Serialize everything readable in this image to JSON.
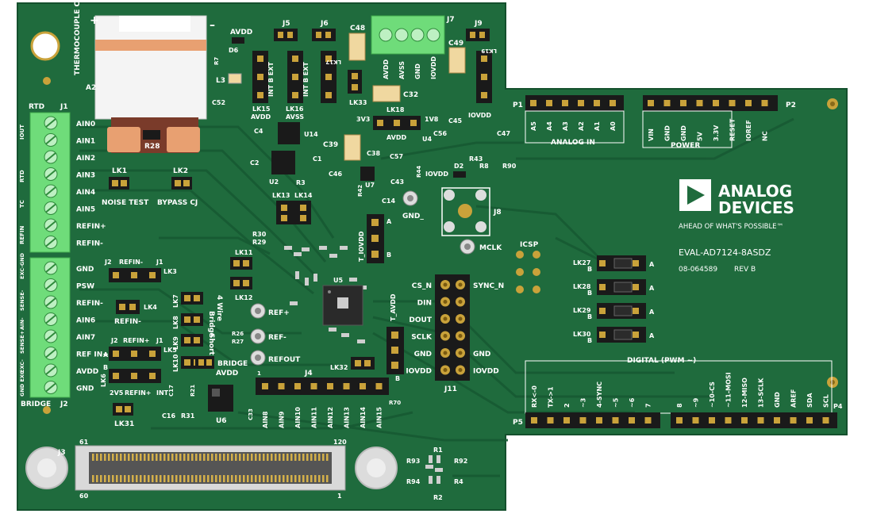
{
  "board": {
    "name": "EVAL-AD7124-8ASDZ",
    "part_number": "08-064589",
    "revision": "REV B",
    "brand_line1": "ANALOG",
    "brand_line2": "DEVICES",
    "tagline": "AHEAD OF WHAT'S POSSIBLE™",
    "logo_icon": "analog-devices-triangle-icon",
    "colors": {
      "pcb": "#1f6b3d",
      "trace": "#175a33",
      "silk": "#ffffff",
      "terminal": "#6fdc7a",
      "header": "#1a1a1a",
      "gold": "#c9a23a"
    }
  },
  "labels": {
    "thermocouple_connector": "THERMOCOUPLE CONNECTOR",
    "plus": "+",
    "minus": "–",
    "a2": "A2",
    "rtd": "RTD",
    "j1": "J1",
    "j2": "J2",
    "bridge": "BRIDGE",
    "j1_side_labels": [
      "IOUT",
      "RTD",
      "TC",
      "REFIN"
    ],
    "j1_pins": [
      "AIN0",
      "AIN1",
      "AIN2",
      "AIN3",
      "AIN4",
      "AIN5",
      "REFIN+",
      "REFIN-"
    ],
    "j2_pins": [
      "GND",
      "PSW",
      "REFIN-",
      "AIN6",
      "AIN7",
      "REF IN+",
      "AVDD",
      "GND"
    ],
    "j2_side_labels": [
      "EXC-GND",
      "SENSE-",
      "AIN-",
      "SENSE+",
      "EXC-",
      "GND EXC"
    ],
    "lk1": "LK1",
    "lk2": "LK2",
    "noise_test": "NOISE TEST",
    "bypass_cj": "BYPASS CJ",
    "lk3": "LK3",
    "lk4": "LK4",
    "lk5": "LK5",
    "lk6": "LK6",
    "lk31": "LK31",
    "refin_minus": "REFIN-",
    "refin_plus": "REFIN+",
    "int": "INT",
    "v25": "2V5",
    "a": "A",
    "b": "B",
    "lk7": "LK7",
    "lk8": "LK8",
    "lk9": "LK9",
    "lk10": "LK10",
    "four_wire": "4 Wire",
    "bridge_lbl": "Bridge",
    "short_lbl": "Short",
    "r26": "R26",
    "r27": "R27",
    "bridge_avdd": "BRIDGE",
    "avdd": "AVDD",
    "r28": "R28",
    "l3": "L3",
    "d6": "D6",
    "r7": "R7",
    "c52": "C52",
    "j5": "J5",
    "j6": "J6",
    "j7": "J7",
    "j9": "J9",
    "c48": "C48",
    "c49": "C49",
    "int_b_ext": "INT B EXT",
    "lk15": "LK15",
    "lk16": "LK16",
    "lk17": "LK17",
    "lk19": "LK19",
    "lk33": "LK33",
    "avss": "AVSS",
    "gnd": "GND",
    "iovdd": "IOVDD",
    "c32": "C32",
    "lk18": "LK18",
    "v33": "3V3",
    "v18": "1V8",
    "c4": "C4",
    "u14": "U14",
    "c2": "C2",
    "u2": "U2",
    "c1": "C1",
    "r3": "R3",
    "c39": "C39",
    "c38": "C38",
    "c46": "C46",
    "u7": "U7",
    "r42": "R42",
    "c43": "C43",
    "c57": "C57",
    "r44": "R44",
    "c45": "C45",
    "c56": "C56",
    "u4": "U4",
    "r43": "R43",
    "c47": "C47",
    "d2": "D2",
    "r8": "R8",
    "r90": "R90",
    "c14": "C14",
    "lk13": "LK13",
    "lk14": "LK14",
    "r30": "R30",
    "r29": "R29",
    "lk11": "LK11",
    "lk12": "LK12",
    "t_iovdd": "T_IOVDD",
    "t_avdd": "T_AVDD",
    "gnd_tp": "GND_",
    "mclk": "MCLK",
    "j8": "J8",
    "u5": "U5",
    "ref_plus": "REF+",
    "ref_minus": "REF-",
    "refout": "REFOUT",
    "lk32": "LK32",
    "j4": "J4",
    "j11": "J11",
    "r70": "R70",
    "c33": "C33",
    "u6": "U6",
    "c16": "C16",
    "r31": "R31",
    "c17": "C17",
    "r21": "R21",
    "ain_header": [
      "AIN8",
      "AIN9",
      "AIN10",
      "AIN11",
      "AIN12",
      "AIN13",
      "AIN14",
      "AIN15"
    ],
    "j11_left": [
      "CS_N",
      "DIN",
      "DOUT",
      "SCLK",
      "GND",
      "IOVDD"
    ],
    "j11_right": [
      "SYNC_N",
      "",
      "",
      "",
      "GND",
      "IOVDD"
    ],
    "j3": "J3",
    "pin61": "61",
    "pin120": "120",
    "pin60": "60",
    "pin1": "1",
    "r1": "R1",
    "r2": "R2",
    "r4": "R4",
    "r92": "R92",
    "r93": "R93",
    "r94": "R94",
    "icsp": "ICSP",
    "p1": "P1",
    "p2": "P2",
    "p4": "P4",
    "p5": "P5",
    "analog_in": "ANALOG IN",
    "power": "POWER",
    "digital_pwm": "DIGITAL (PWM ~)",
    "analog_pins": [
      "A5",
      "A4",
      "A3",
      "A2",
      "A1",
      "A0"
    ],
    "power_pins": [
      "VIN",
      "GND",
      "GND",
      "5V",
      "3.3V",
      "RESET",
      "IOREF",
      "NC"
    ],
    "p5_pins": [
      "RX<-0",
      "TX->1",
      "2",
      "~3",
      "4-SYNC",
      "~5",
      "~6",
      "7"
    ],
    "p4_pins": [
      "8",
      "~9",
      "~10-CS",
      "~11-MOSI",
      "12-MISO",
      "13-SCLK",
      "GND",
      "AREF",
      "SDA",
      "SCL"
    ],
    "lk27": "LK27",
    "lk28": "LK28",
    "lk29": "LK29",
    "lk30": "LK30"
  }
}
